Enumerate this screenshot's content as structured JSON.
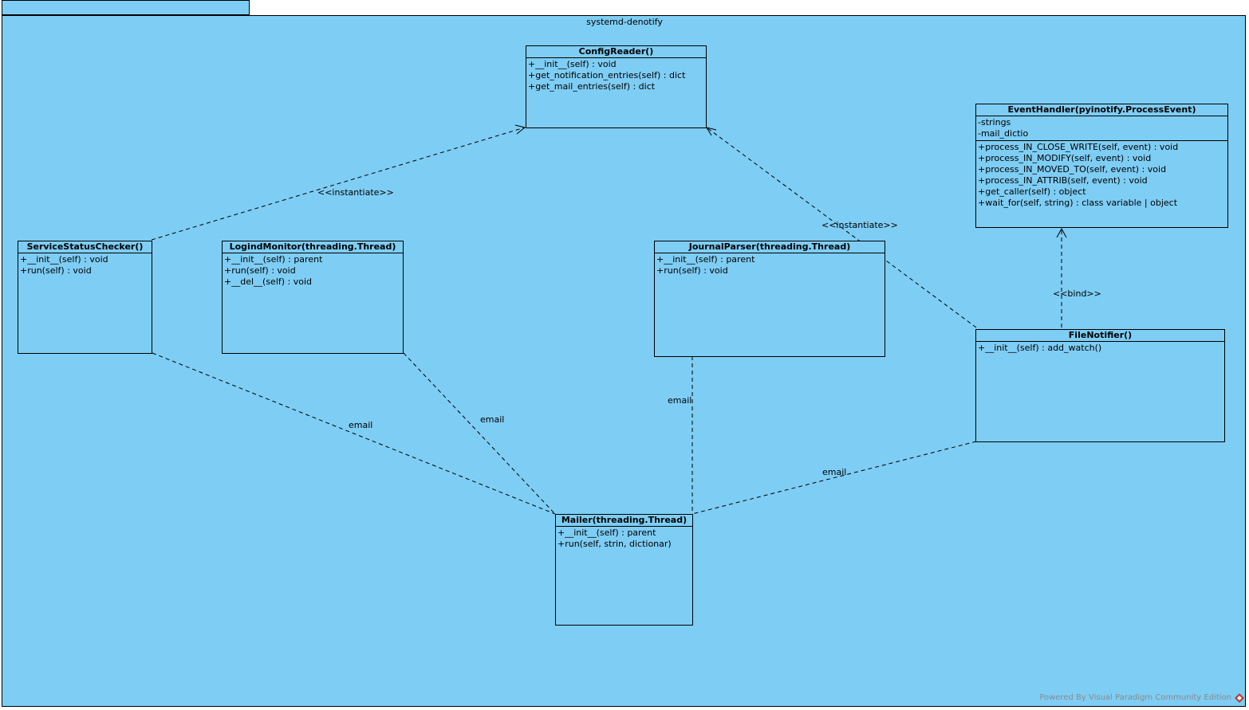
{
  "package": {
    "name": "systemd-denotify"
  },
  "classes": {
    "config_reader": {
      "name": "ConfigReader()",
      "attributes": [],
      "operations": [
        "+__init__(self) : void",
        "+get_notification_entries(self) : dict",
        "+get_mail_entries(self) : dict"
      ]
    },
    "event_handler": {
      "name": "EventHandler(pyinotify.ProcessEvent)",
      "attributes": [
        "-strings",
        "-mail_dictio"
      ],
      "operations": [
        "+process_IN_CLOSE_WRITE(self, event) : void",
        "+process_IN_MODIFY(self, event) : void",
        "+process_IN_MOVED_TO(self, event) : void",
        "+process_IN_ATTRIB(self, event) : void",
        "+get_caller(self) : object",
        "+wait_for(self, string) : class variable | object"
      ]
    },
    "service_status_checker": {
      "name": "ServiceStatusChecker()",
      "attributes": [],
      "operations": [
        "+__init__(self) : void",
        "+run(self) : void"
      ]
    },
    "logind_monitor": {
      "name": "LogindMonitor(threading.Thread)",
      "attributes": [],
      "operations": [
        "+__init__(self) : parent",
        "+run(self) : void",
        "+__del__(self) : void"
      ]
    },
    "journal_parser": {
      "name": "JournalParser(threading.Thread)",
      "attributes": [],
      "operations": [
        "+__init__(self) : parent",
        "+run(self) : void"
      ]
    },
    "file_notifier": {
      "name": "FileNotifier()",
      "attributes": [],
      "operations": [
        "+__init__(self) : add_watch()"
      ]
    },
    "mailer": {
      "name": "Mailer(threading.Thread)",
      "attributes": [],
      "operations": [
        "+__init__(self) : parent",
        "+run(self, strin, dictionar)"
      ]
    }
  },
  "relations": {
    "instantiate_1": "<<instantiate>>",
    "instantiate_2": "<<instantiate>>",
    "bind": "<<bind>>",
    "email_1": "email",
    "email_2": "email",
    "email_3": "email",
    "email_4": "email"
  },
  "footer": {
    "text": "Powered By Visual Paradigm Community Edition"
  }
}
